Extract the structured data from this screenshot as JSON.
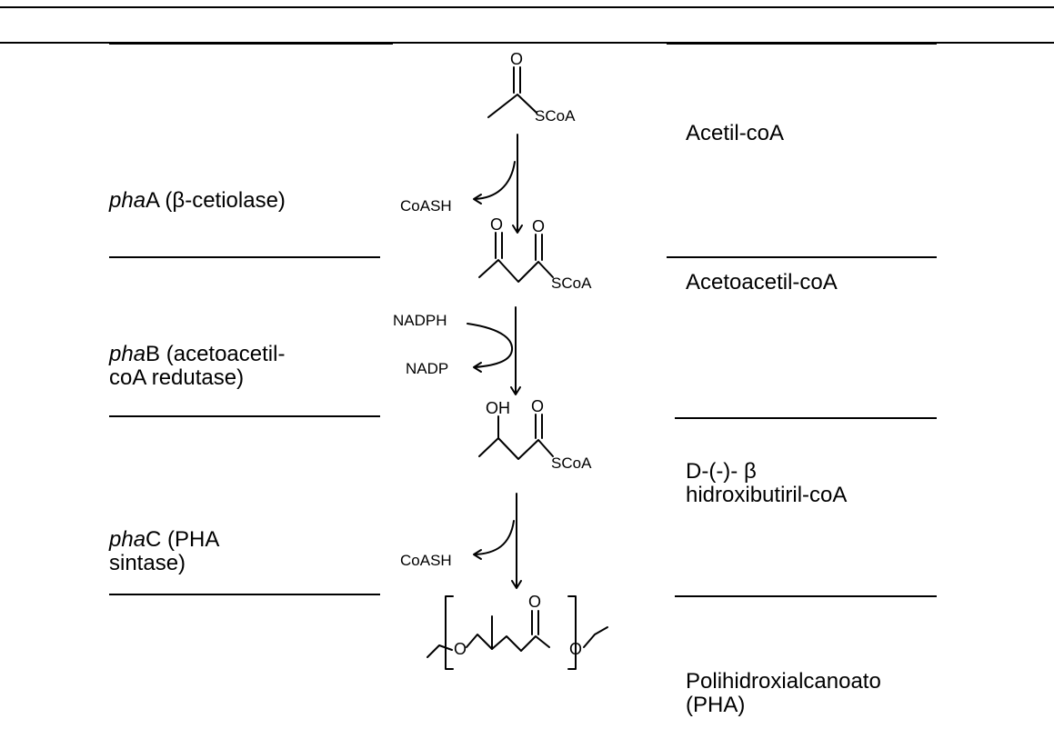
{
  "steps": [
    {
      "enzyme_prefix": "pha",
      "enzyme_suffix": "A (β-cetiolase)",
      "cofactor_out": "CoASH"
    },
    {
      "enzyme_prefix": "pha",
      "enzyme_suffix": "B (acetoacetil-\ncoA redutase)",
      "cofactor_in": "NADPH",
      "cofactor_out": "NADP"
    },
    {
      "enzyme_prefix": "pha",
      "enzyme_suffix": "C (PHA\nsintase)",
      "cofactor_out": "CoASH"
    }
  ],
  "compounds": [
    {
      "name": "Acetil-coA",
      "struct_label": "SCoA"
    },
    {
      "name": "Acetoacetil-coA",
      "struct_label": "SCoA"
    },
    {
      "name": "D-(-)- β\nhidroxibutiril-coA",
      "struct_label": "SCoA",
      "substituent": "OH"
    },
    {
      "name": "Polihidroxialcanoato\n(PHA)"
    }
  ],
  "atoms": {
    "oxygen": "O"
  },
  "colors": {
    "ink": "#000000",
    "background": "#ffffff"
  }
}
